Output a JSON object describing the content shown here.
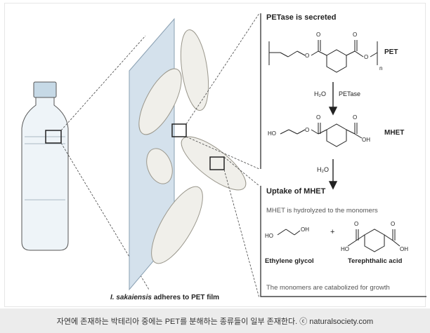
{
  "panel": {
    "title_secreted": "PETase is secreted",
    "label_pet": "PET",
    "label_n": "n",
    "step1_h2o": "H₂O",
    "step1_enzyme": "PETase",
    "label_mhet": "MHET",
    "step2_h2o": "H₂O",
    "title_uptake": "Uptake of MHET",
    "hydrolyzed_text": "MHET is hydrolyzed to the monomers",
    "plus": "+",
    "ethylene_glycol": "Ethylene glycol",
    "terephthalic_acid": "Terephthalic acid",
    "catabolized_text": "The monomers are catabolized for growth"
  },
  "atoms": {
    "o": "O",
    "oh": "OH",
    "ho": "HO"
  },
  "film_caption_species": "I. sakaiensis",
  "film_caption_rest": " adheres to PET film",
  "bottom_caption": "자연에 존재하는 박테리아 중에는 PET를 분해하는 종류들이 일부 존재한다. ⓒ naturalsociety.com",
  "colors": {
    "figure_bg": "#ffffff",
    "caption_bg": "#ececec",
    "film": "#d4e1ec",
    "bacteria": "#f0efea",
    "bottle": "#eef4f8",
    "cap": "#c6d9e6"
  }
}
